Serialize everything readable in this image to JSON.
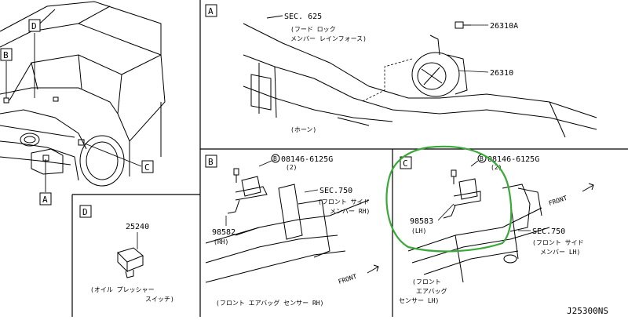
{
  "panels": {
    "A": {
      "label": "A"
    },
    "B": {
      "label": "B"
    },
    "C": {
      "label": "C"
    },
    "D": {
      "label": "D"
    }
  },
  "vehicle_callouts": {
    "d": "D",
    "b": "B",
    "a": "A",
    "c": "C"
  },
  "panel_a": {
    "sec": "SEC. 625",
    "sec_sub1": "(フード ロック",
    "sec_sub2": "メンバー レインフォース)",
    "part1": "26310A",
    "part2": "26310",
    "caption": "(ホーン)"
  },
  "panel_b": {
    "bolt_no": "08146-6125G",
    "bolt_qty": "(2)",
    "bolt_marker": "B",
    "sec": "SEC.750",
    "sec_sub1": "(フロント サイド",
    "sec_sub2": "メンバー RH)",
    "part": "98582",
    "part_side": "(RH)",
    "front": "FRONT",
    "caption": "(フロント エアバッグ センサー RH)"
  },
  "panel_c": {
    "bolt_no": "08146-6125G",
    "bolt_qty": "(2)",
    "bolt_marker": "B",
    "front": "FRONT",
    "part": "98583",
    "part_side": "(LH)",
    "sec": "SEC.750",
    "sec_sub1": "(フロント サイド",
    "sec_sub2": "メンバー LH)",
    "caption1": "(フロント",
    "caption2": "エアバッグ",
    "caption3": "センサー LH)"
  },
  "panel_d": {
    "part": "25240",
    "caption1": "(オイル プレッシャー",
    "caption2": "スイッチ)"
  },
  "diagram_id": "J25300NS",
  "highlight_color": "#3aa93a"
}
